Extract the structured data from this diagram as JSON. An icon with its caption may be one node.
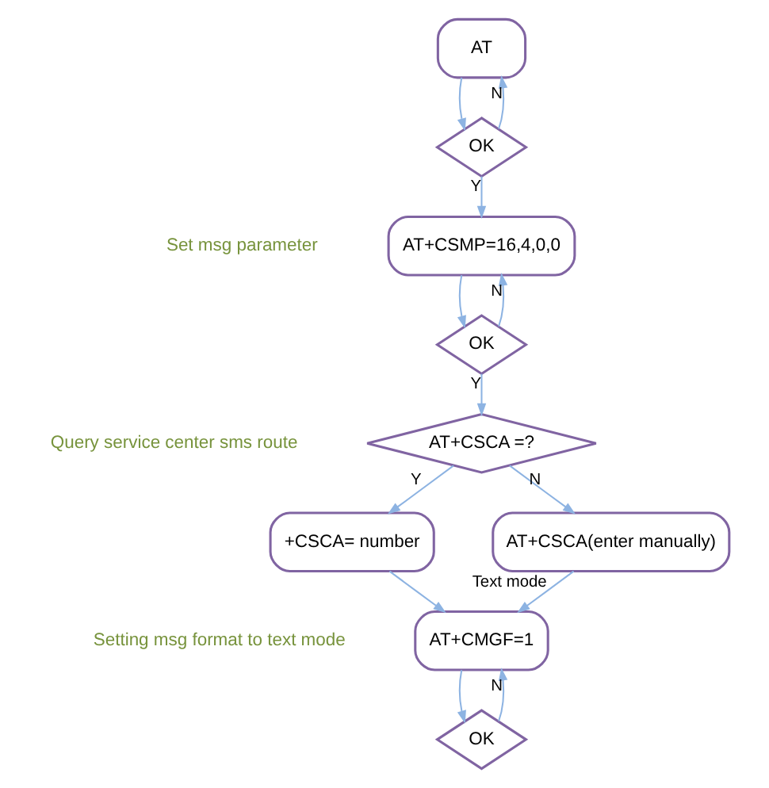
{
  "diagram": {
    "nodes": [
      {
        "text": [
          "AT"
        ]
      },
      {
        "text": [
          "OK"
        ]
      },
      {
        "text": [
          "AT+CSMP=16,4,0,0"
        ]
      },
      {
        "text": [
          "OK"
        ]
      },
      {
        "text": [
          "AT+CSCA =?"
        ]
      },
      {
        "text": [
          "+CSCA= number"
        ]
      },
      {
        "text": [
          "AT+CSCA(enter manually)"
        ]
      },
      {
        "text": [
          "AT+CMGF=1"
        ]
      },
      {
        "text": [
          "OK"
        ]
      }
    ],
    "edges": [
      {
        "from": 0,
        "to": 1,
        "arrow": "to"
      },
      {
        "from": 1,
        "to": 0,
        "arrow": "to",
        "label": "N"
      },
      {
        "from": 1,
        "to": 2,
        "arrow": "to",
        "label": "Y"
      },
      {
        "from": 2,
        "to": 3,
        "arrow": "to"
      },
      {
        "from": 3,
        "to": 2,
        "arrow": "to",
        "label": "N"
      },
      {
        "from": 3,
        "to": 4,
        "arrow": "to",
        "label": "Y"
      },
      {
        "from": 4,
        "to": 5,
        "arrow": "to",
        "label": "Y"
      },
      {
        "from": 4,
        "to": 6,
        "arrow": "to",
        "label": "N"
      },
      {
        "from": 6,
        "to": 7,
        "arrow": "to",
        "label": "Text mode"
      },
      {
        "from": 5,
        "to": 7,
        "arrow": "to"
      },
      {
        "from": 8,
        "to": 7,
        "arrow": "to",
        "label": "N"
      },
      {
        "from": 7,
        "to": 8,
        "arrow": "to"
      }
    ],
    "labels": [
      "Set msg parameter",
      "Query service center sms route",
      "Setting msg format to text mode"
    ]
  }
}
